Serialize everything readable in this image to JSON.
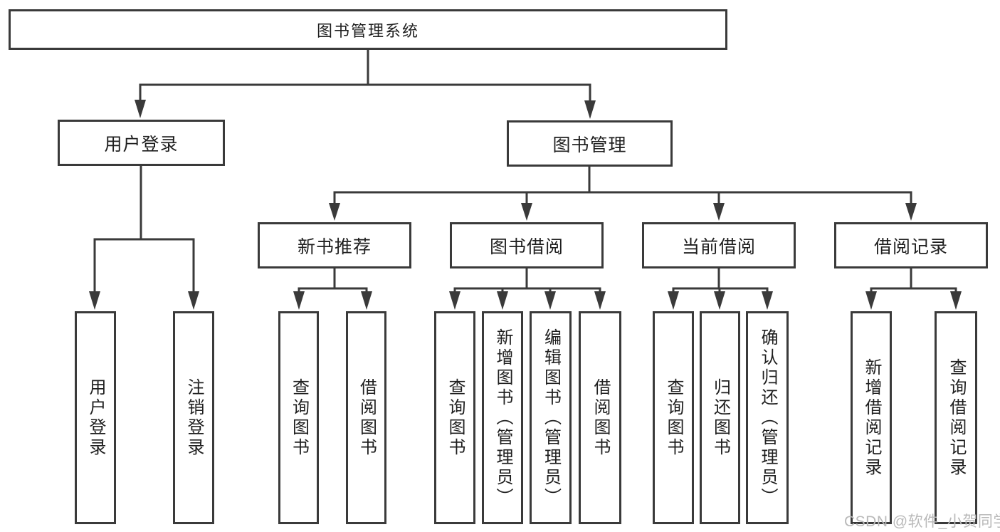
{
  "diagram": {
    "root": {
      "label": "图书管理系统"
    },
    "level2": [
      {
        "label": "用户登录"
      },
      {
        "label": "图书管理"
      }
    ],
    "level3": [
      {
        "label": "新书推荐",
        "parent": "图书管理"
      },
      {
        "label": "图书借阅",
        "parent": "图书管理"
      },
      {
        "label": "当前借阅",
        "parent": "图书管理"
      },
      {
        "label": "借阅记录",
        "parent": "图书管理"
      }
    ],
    "leaves": [
      {
        "label": "用户登录",
        "parent": "用户登录"
      },
      {
        "label": "注销登录",
        "parent": "用户登录"
      },
      {
        "label": "查询图书",
        "parent": "新书推荐"
      },
      {
        "label": "借阅图书",
        "parent": "新书推荐"
      },
      {
        "label": "查询图书",
        "parent": "图书借阅"
      },
      {
        "label": "新增图书（管理员）",
        "parent": "图书借阅"
      },
      {
        "label": "编辑图书（管理员）",
        "parent": "图书借阅"
      },
      {
        "label": "借阅图书",
        "parent": "图书借阅"
      },
      {
        "label": "查询图书",
        "parent": "当前借阅"
      },
      {
        "label": "归还图书",
        "parent": "当前借阅"
      },
      {
        "label": "确认归还（管理员）",
        "parent": "当前借阅"
      },
      {
        "label": "新增借阅记录",
        "parent": "借阅记录"
      },
      {
        "label": "查询借阅记录",
        "parent": "借阅记录"
      }
    ]
  },
  "watermark": {
    "text": "CSDN @软件_小贺同学",
    "color": "#b9b9b9"
  },
  "colors": {
    "line": "#3a3a3a",
    "box_border": "#3a3a3a",
    "text": "#1f1f1f",
    "background": "#ffffff"
  }
}
